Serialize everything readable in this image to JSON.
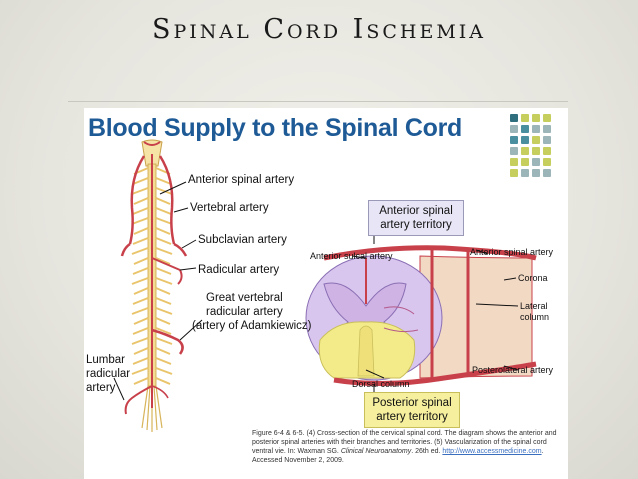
{
  "slide": {
    "title": "Spinal Cord Ischemia"
  },
  "figure": {
    "heading": "Blood Supply to the Spinal Cord",
    "labels": {
      "anterior_spinal_artery": "Anterior spinal artery",
      "vertebral_artery": "Vertebral artery",
      "subclavian_artery": "Subclavian artery",
      "radicular_artery": "Radicular artery",
      "great_vertebral_1": "Great vertebral",
      "great_vertebral_2": "radicular artery",
      "great_vertebral_3": "(artery of Adamkiewicz)",
      "lumbar_1": "Lumbar",
      "lumbar_2": "radicular",
      "lumbar_3": "artery",
      "anterior_territory_1": "Anterior spinal",
      "anterior_territory_2": "artery territory",
      "anterior_sulcal_artery": "Anterior sulcal artery",
      "anterior_spinal_artery_right": "Anterior spinal artery",
      "corona": "Corona",
      "lateral_column_1": "Lateral",
      "lateral_column_2": "column",
      "posterolateral_artery": "Posterolateral artery",
      "dorsal_column": "Dorsal column",
      "posterior_territory_1": "Posterior spinal",
      "posterior_territory_2": "artery territory"
    },
    "caption": {
      "line1": "Figure 6-4 & 6-5. (4) Cross-section of the cervical spinal cord. The diagram shows the anterior and",
      "line2": "posterior spinal arteries with their branches and territories. (5) Vascularization of the spinal cord",
      "line3a": "ventral vie. In: Waxman SG. ",
      "line3b": "Clinical Neuroanatomy",
      "line3c": ". 26th ed. ",
      "link": "http://www.accessmedicine.com",
      "line3d": ".",
      "line4": "Accessed November 2, 2009."
    },
    "colors": {
      "heading": "#1e5a96",
      "artery": "#c8404a",
      "nerve": "#e9c46a",
      "anterior_territory": "#d9c6ee",
      "posterior_territory": "#f3ea8a",
      "dots": [
        "#4a8f9f",
        "#9bb5b9",
        "#c6cf5e",
        "#2f6e7c"
      ]
    }
  }
}
